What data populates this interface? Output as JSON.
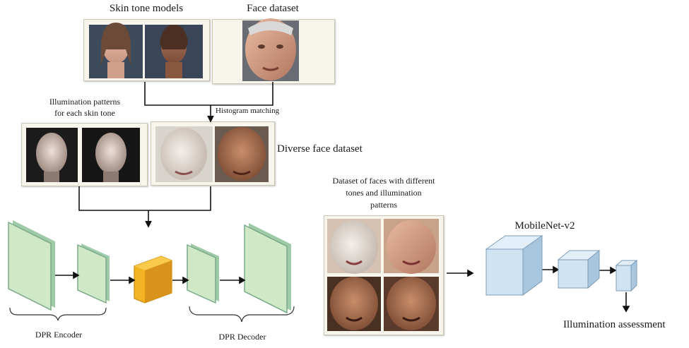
{
  "labels": {
    "skin_tone_models": "Skin tone models",
    "face_dataset": "Face dataset",
    "illumination_patterns": "Illumination patterns\nfor each skin tone",
    "histogram_matching": "Histogram matching",
    "diverse_face_dataset": "Diverse face dataset",
    "dataset_faces": "Dataset of faces with different\ntones and illumination\npatterns",
    "mobilenet": "MobileNet-v2",
    "dpr_encoder": "DPR Encoder",
    "dpr_decoder": "DPR Decoder",
    "illumination_assessment": "Illumination assessment"
  },
  "images": [
    {
      "name": "skin-tone-model-light",
      "desc": "avatar face with light skin"
    },
    {
      "name": "skin-tone-model-dark",
      "desc": "avatar face with darker skin"
    },
    {
      "name": "face-dataset-photo",
      "desc": "older man face photo"
    },
    {
      "name": "illumination-pattern-1",
      "desc": "avatar lit from side"
    },
    {
      "name": "illumination-pattern-2",
      "desc": "avatar lit from front"
    },
    {
      "name": "diverse-face-light",
      "desc": "face with light tone"
    },
    {
      "name": "diverse-face-dark",
      "desc": "face with darker tone"
    },
    {
      "name": "relit-face-1",
      "desc": "relit face"
    },
    {
      "name": "relit-face-2",
      "desc": "relit face"
    },
    {
      "name": "relit-face-3",
      "desc": "relit face"
    },
    {
      "name": "relit-face-4",
      "desc": "relit face"
    }
  ],
  "colors": {
    "encoder_block": "#cfe8c6",
    "bottleneck_block": "#f3b322",
    "mobilenet_block": "#cfe3f2",
    "panel": "#f7f5ec"
  }
}
